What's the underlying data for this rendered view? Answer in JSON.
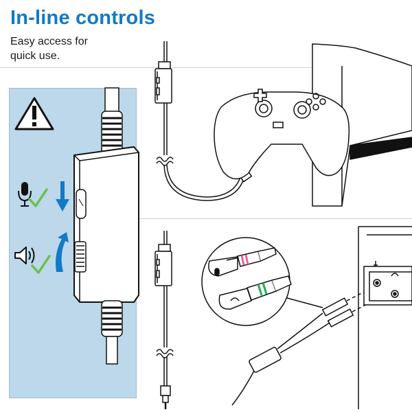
{
  "heading": {
    "title": "In-line controls",
    "subtitle_lines": [
      "Easy access for",
      "quick use."
    ]
  },
  "colors": {
    "accent": "#1479c6",
    "panel": "#bcd8ea",
    "check": "#6cc04a",
    "arrow": "#1479c6",
    "jack_pink": "#e4669b",
    "jack_green": "#2aa85a",
    "line": "#1a1a1a"
  },
  "icons": {
    "warning": "warning-triangle-icon",
    "mic": "microphone-icon",
    "speaker": "speaker-volume-icon",
    "check": "checkmark-icon",
    "arrow_down": "arrow-down-icon",
    "arrow_up": "arrow-up-icon",
    "headset_jack": "headphone-jack-icon",
    "mic_jack": "mic-jack-icon"
  }
}
